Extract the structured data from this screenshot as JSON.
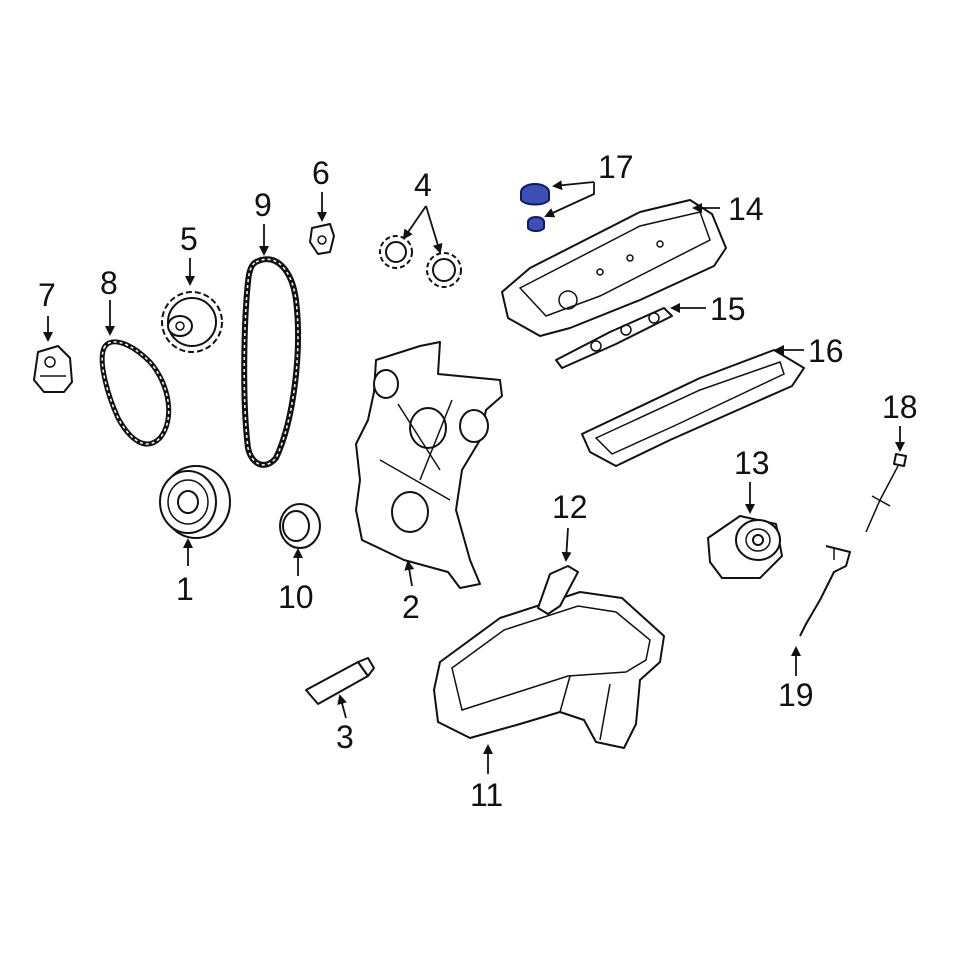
{
  "diagram": {
    "callouts": [
      {
        "id": "1",
        "label": "1"
      },
      {
        "id": "2",
        "label": "2"
      },
      {
        "id": "3",
        "label": "3"
      },
      {
        "id": "4",
        "label": "4"
      },
      {
        "id": "5",
        "label": "5"
      },
      {
        "id": "6",
        "label": "6"
      },
      {
        "id": "7",
        "label": "7"
      },
      {
        "id": "8",
        "label": "8"
      },
      {
        "id": "9",
        "label": "9"
      },
      {
        "id": "10",
        "label": "10"
      },
      {
        "id": "11",
        "label": "11"
      },
      {
        "id": "12",
        "label": "12"
      },
      {
        "id": "13",
        "label": "13"
      },
      {
        "id": "14",
        "label": "14"
      },
      {
        "id": "15",
        "label": "15"
      },
      {
        "id": "16",
        "label": "16"
      },
      {
        "id": "17",
        "label": "17"
      },
      {
        "id": "18",
        "label": "18"
      },
      {
        "id": "19",
        "label": "19"
      }
    ],
    "highlight_color": "#3b4fb5",
    "line_color": "#111111",
    "background_color": "#ffffff"
  }
}
